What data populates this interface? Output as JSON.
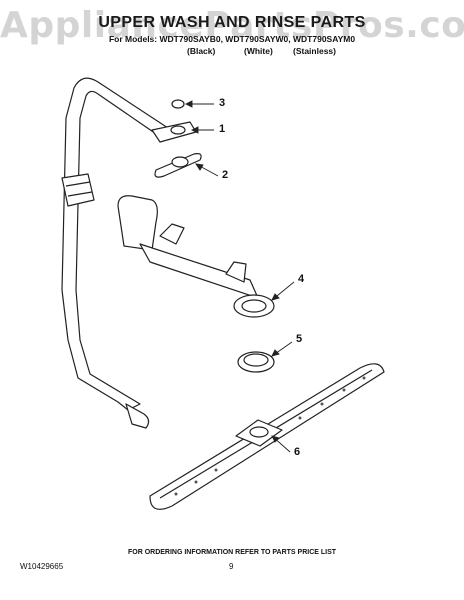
{
  "watermark": "AppliancePartsPros.com",
  "header": {
    "title": "UPPER WASH AND RINSE PARTS",
    "models": "For Models: WDT790SAYB0, WDT790SAYW0, WDT790SAYM0",
    "variants": [
      "(Black)",
      "(White)",
      "(Stainless)"
    ]
  },
  "callouts": [
    "3",
    "1",
    "2",
    "4",
    "5",
    "6"
  ],
  "footer": {
    "ordering_note": "FOR ORDERING INFORMATION REFER TO PARTS PRICE LIST",
    "document_number": "W10429665",
    "page_number": "9"
  }
}
